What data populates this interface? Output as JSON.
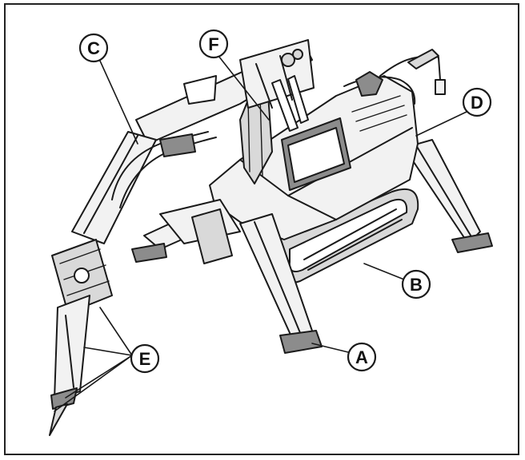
{
  "colors": {
    "line": "#1a1a1a",
    "fill_light": "#f2f2f2",
    "fill_mid": "#d9d9d9",
    "fill_dark": "#8c8c8c"
  },
  "callouts": [
    {
      "id": "A",
      "label": "A"
    },
    {
      "id": "B",
      "label": "B"
    },
    {
      "id": "C",
      "label": "C"
    },
    {
      "id": "D",
      "label": "D"
    },
    {
      "id": "E",
      "label": "E"
    },
    {
      "id": "F",
      "label": "F"
    }
  ]
}
